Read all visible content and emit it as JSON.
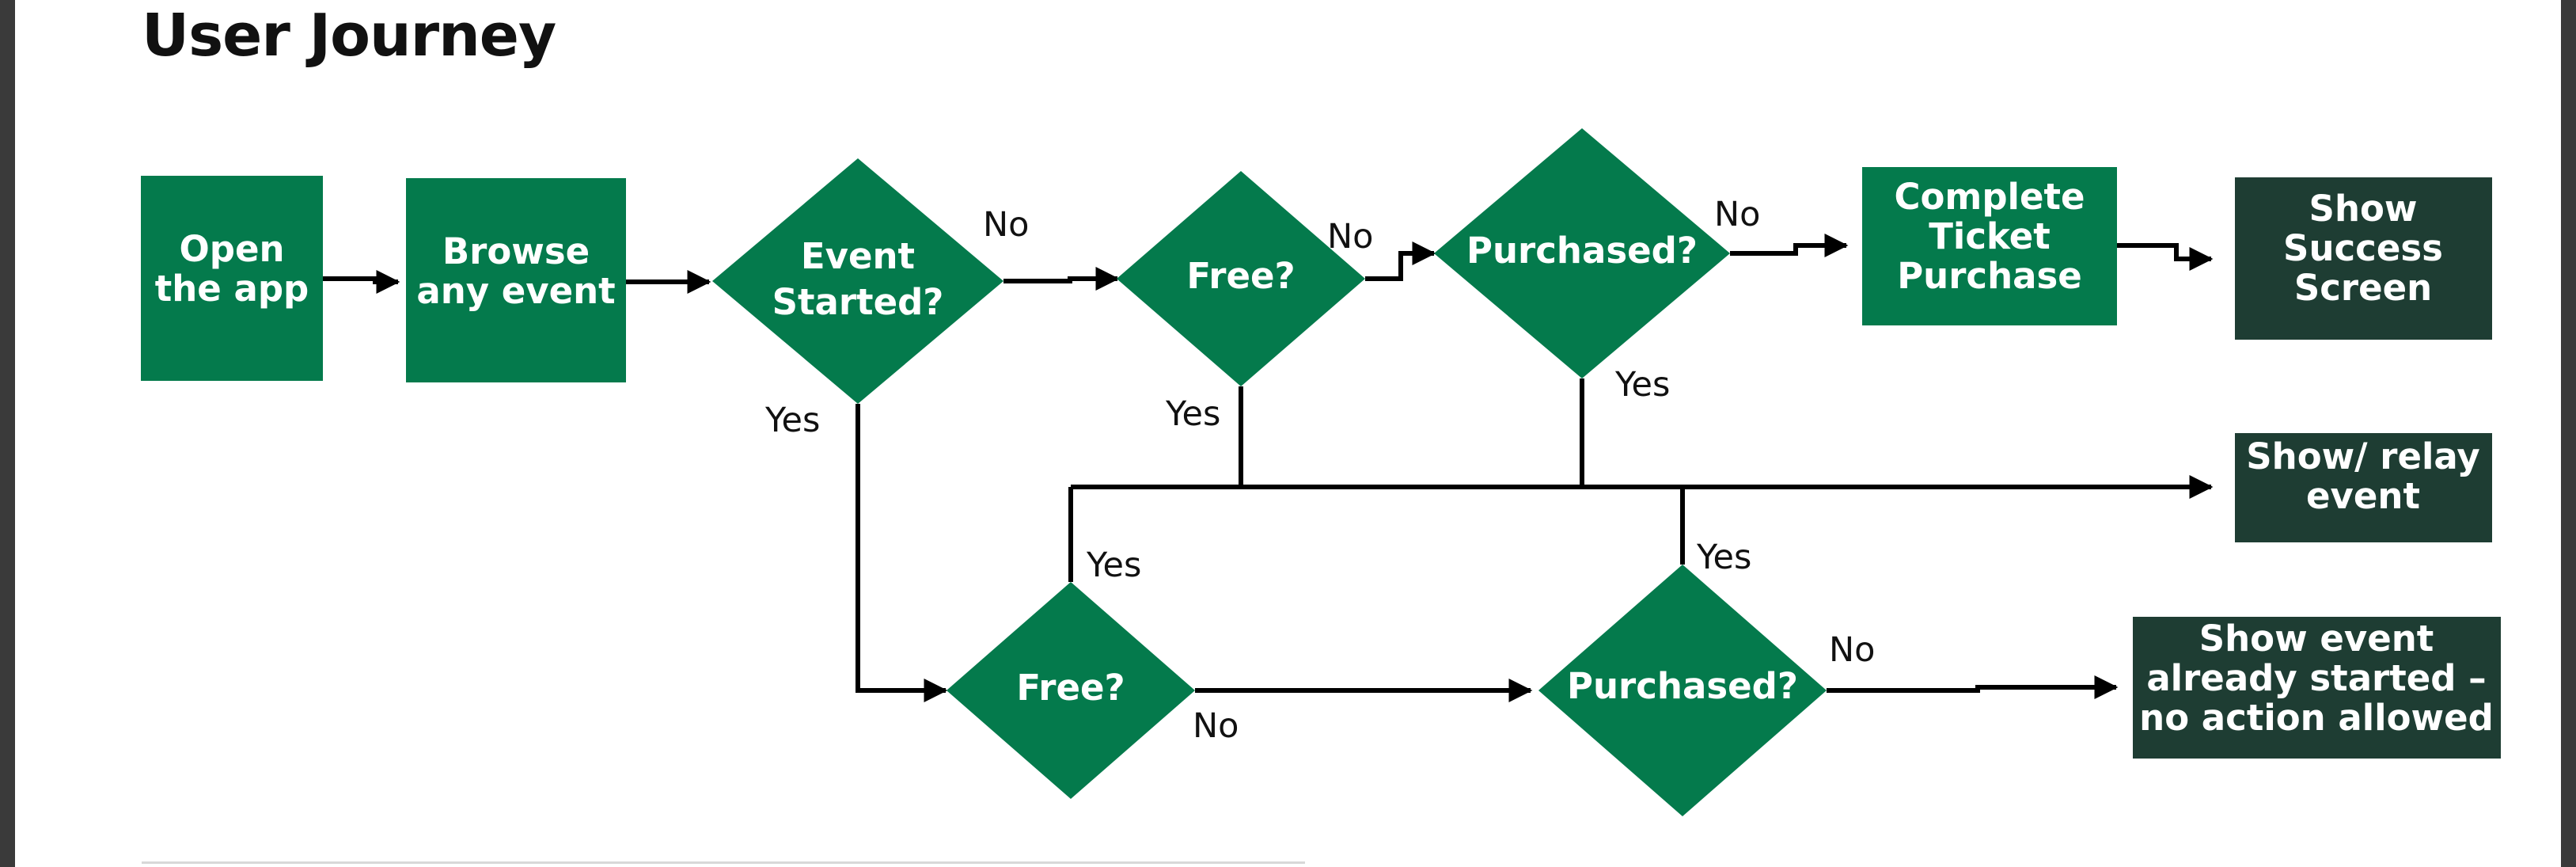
{
  "page": {
    "title": "User Journey"
  },
  "colors": {
    "process": "#047a4c",
    "terminal": "#1e3d33",
    "edge": "#000000",
    "page_background": "#ffffff",
    "frame_background": "#3a3a3a"
  },
  "nodes": {
    "open_app": {
      "lines": [
        "Open",
        "the app"
      ]
    },
    "browse_event": {
      "lines": [
        "Browse",
        "any event"
      ]
    },
    "event_started": {
      "lines": [
        "Event",
        "Started?"
      ]
    },
    "free_top": {
      "lines": [
        "Free?"
      ]
    },
    "purchased_top": {
      "lines": [
        "Purchased?"
      ]
    },
    "complete_purchase": {
      "lines": [
        "Complete",
        "Ticket",
        "Purchase"
      ]
    },
    "show_success": {
      "lines": [
        "Show",
        "Success",
        "Screen"
      ]
    },
    "show_relay": {
      "lines": [
        "Show/ relay",
        "event"
      ]
    },
    "free_bottom": {
      "lines": [
        "Free?"
      ]
    },
    "purchased_bottom": {
      "lines": [
        "Purchased?"
      ]
    },
    "already_started": {
      "lines": [
        "Show event",
        "already started –",
        "no action allowed"
      ]
    }
  },
  "edge_labels": {
    "event_started_no": "No",
    "event_started_yes": "Yes",
    "free_top_no": "No",
    "free_top_yes": "Yes",
    "purchased_top_no": "No",
    "purchased_top_yes": "Yes",
    "free_bottom_yes": "Yes",
    "free_bottom_no": "No",
    "purchased_bottom_yes": "Yes",
    "purchased_bottom_no": "No"
  }
}
